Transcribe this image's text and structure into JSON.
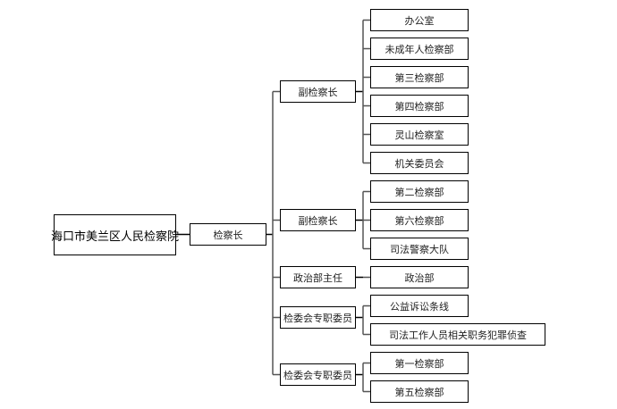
{
  "diagram": {
    "type": "org-chart",
    "root": "海口市美兰区人民检察院",
    "chief": "检察长",
    "branches": [
      {
        "label": "副检察长",
        "children": [
          "办公室",
          "未成年人检察部",
          "第三检察部",
          "第四检察部",
          "灵山检察室",
          "机关委员会"
        ]
      },
      {
        "label": "副检察长",
        "children": [
          "第二检察部",
          "第六检察部",
          "司法警察大队"
        ]
      },
      {
        "label": "政治部主任",
        "children": [
          "政治部"
        ]
      },
      {
        "label": "检委会专职委员",
        "children": [
          "公益诉讼条线",
          "司法工作人员相关职务犯罪侦查"
        ]
      },
      {
        "label": "检委会专职委员",
        "children": [
          "第一检察部",
          "第五检察部"
        ]
      }
    ]
  }
}
